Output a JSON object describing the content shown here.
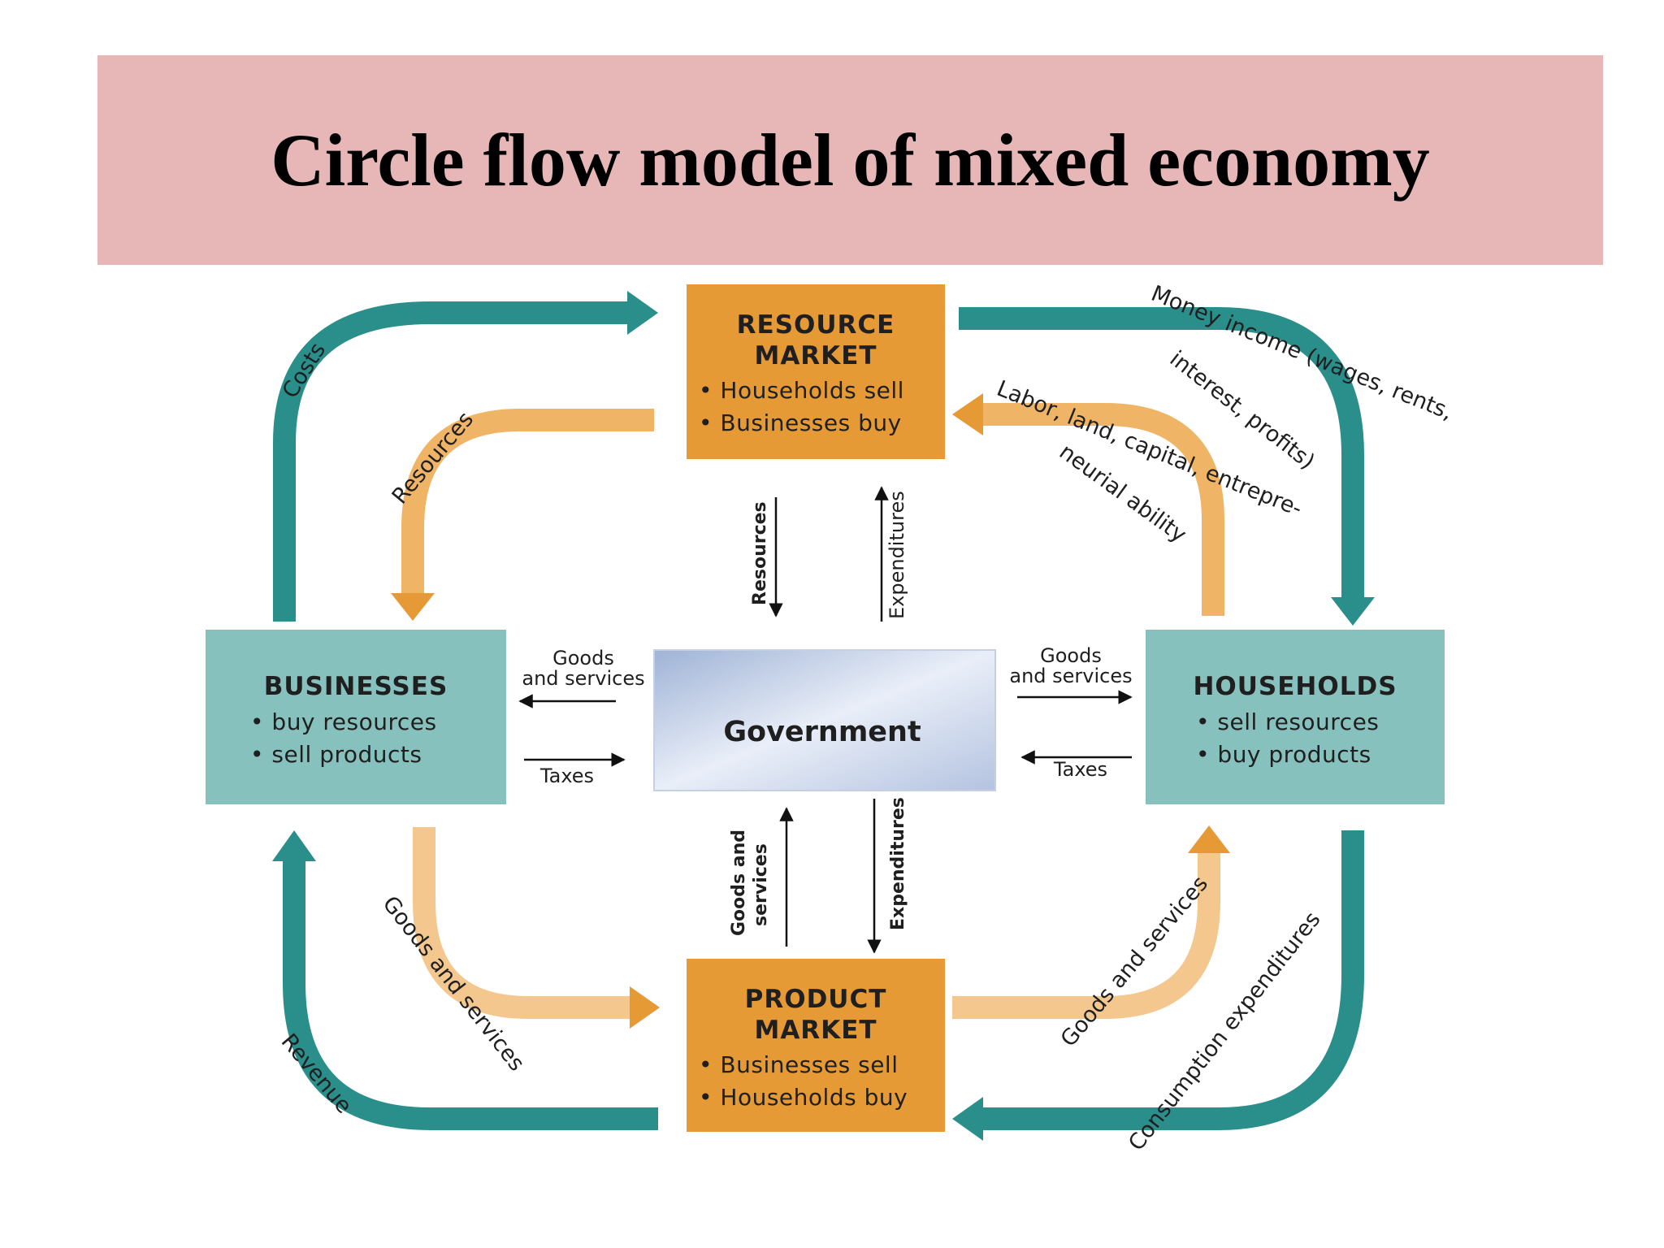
{
  "title": "Circle flow model of mixed economy",
  "colors": {
    "teal": "#2a8f8a",
    "teal_box": "#86c1bd",
    "orange": "#e59a36",
    "orange_light": "#f3c78e",
    "title_bg": "#e7b7b8"
  },
  "boxes": {
    "resource_market": {
      "title_line1": "RESOURCE",
      "title_line2": "MARKET",
      "bullet1": "• Households sell",
      "bullet2": "• Businesses buy"
    },
    "product_market": {
      "title_line1": "PRODUCT",
      "title_line2": "MARKET",
      "bullet1": "• Businesses sell",
      "bullet2": "• Households buy"
    },
    "businesses": {
      "title": "BUSINESSES",
      "bullet1": "• buy resources",
      "bullet2": "• sell products"
    },
    "households": {
      "title": "HOUSEHOLDS",
      "bullet1": "• sell resources",
      "bullet2": "• buy products"
    },
    "government": {
      "title": "Government"
    }
  },
  "flows": {
    "costs": "Costs",
    "resources_outer": "Resources",
    "money_income_1": "Money income (wages, rents,",
    "money_income_2": "interest, profits)",
    "labor_1": "Labor, land, capital, entrepre-",
    "labor_2": "neurial ability",
    "goods_services_left": "Goods and services",
    "revenue": "Revenue",
    "goods_services_right": "Goods and services",
    "consumption": "Consumption expenditures"
  },
  "gov_flows": {
    "resources_down": "Resources",
    "expenditures_up": "Expenditures",
    "goods_left_1": "Goods",
    "goods_left_2": "and services",
    "taxes_left": "Taxes",
    "goods_right_1": "Goods",
    "goods_right_2": "and services",
    "taxes_right": "Taxes",
    "goods_up_1": "Goods and",
    "goods_up_2": "services",
    "expenditures_down": "Expenditures"
  }
}
